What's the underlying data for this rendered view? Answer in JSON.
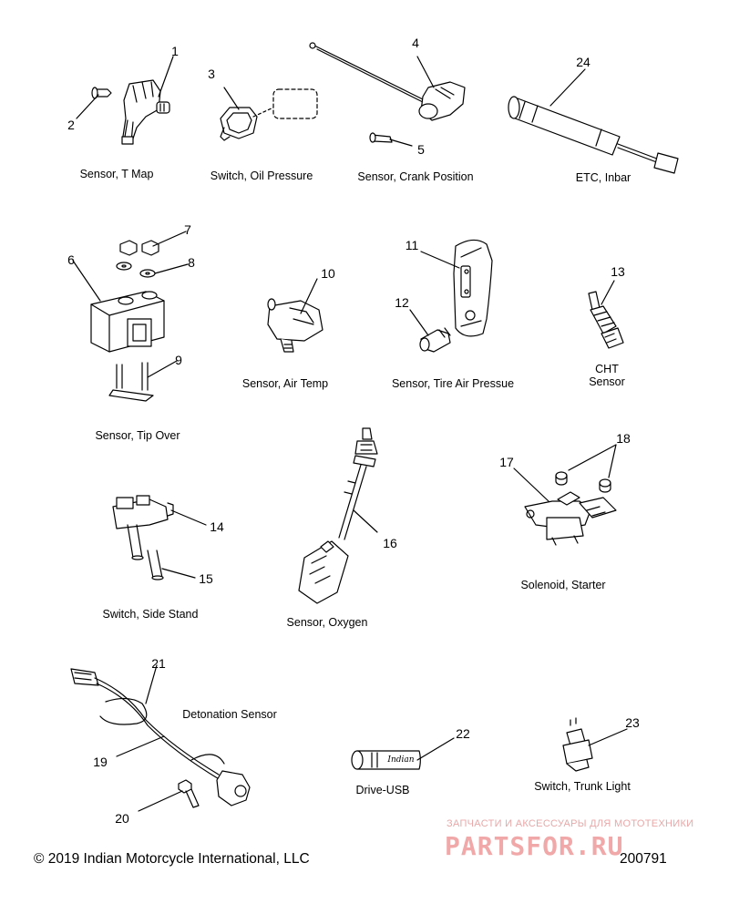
{
  "captions": {
    "sensor_t_map": "Sensor, T Map",
    "switch_oil_pressure": "Switch, Oil Pressure",
    "sensor_crank_position": "Sensor, Crank Position",
    "etc_inbar": "ETC, Inbar",
    "sensor_tip_over": "Sensor, Tip Over",
    "sensor_air_temp": "Sensor, Air Temp",
    "sensor_tire_air_pressure": "Sensor, Tire Air Pressue",
    "cht_sensor_line1": "CHT",
    "cht_sensor_line2": "Sensor",
    "switch_side_stand": "Switch, Side Stand",
    "sensor_oxygen": "Sensor, Oxygen",
    "solenoid_starter": "Solenoid, Starter",
    "detonation_sensor": "Detonation Sensor",
    "drive_usb": "Drive-USB",
    "switch_trunk_light": "Switch, Trunk Light"
  },
  "callouts": {
    "n1": "1",
    "n2": "2",
    "n3": "3",
    "n4": "4",
    "n5": "5",
    "n6": "6",
    "n7": "7",
    "n8": "8",
    "n9": "9",
    "n10": "10",
    "n11": "11",
    "n12": "12",
    "n13": "13",
    "n14": "14",
    "n15": "15",
    "n16": "16",
    "n17": "17",
    "n18": "18",
    "n19": "19",
    "n20": "20",
    "n21": "21",
    "n22": "22",
    "n23": "23",
    "n24": "24"
  },
  "footer": {
    "copyright": "© 2019 Indian Motorcycle International, LLC",
    "diagram_number": "200791"
  },
  "watermark": {
    "tagline": "ЗАПЧАСТИ И АКСЕССУАРЫ ДЛЯ МОТОТЕХНИКИ",
    "brand": "PARTSFOR.RU"
  },
  "usb_logo_text": "Indian",
  "colors": {
    "line": "#000000",
    "watermark": "#ef9a9a"
  }
}
